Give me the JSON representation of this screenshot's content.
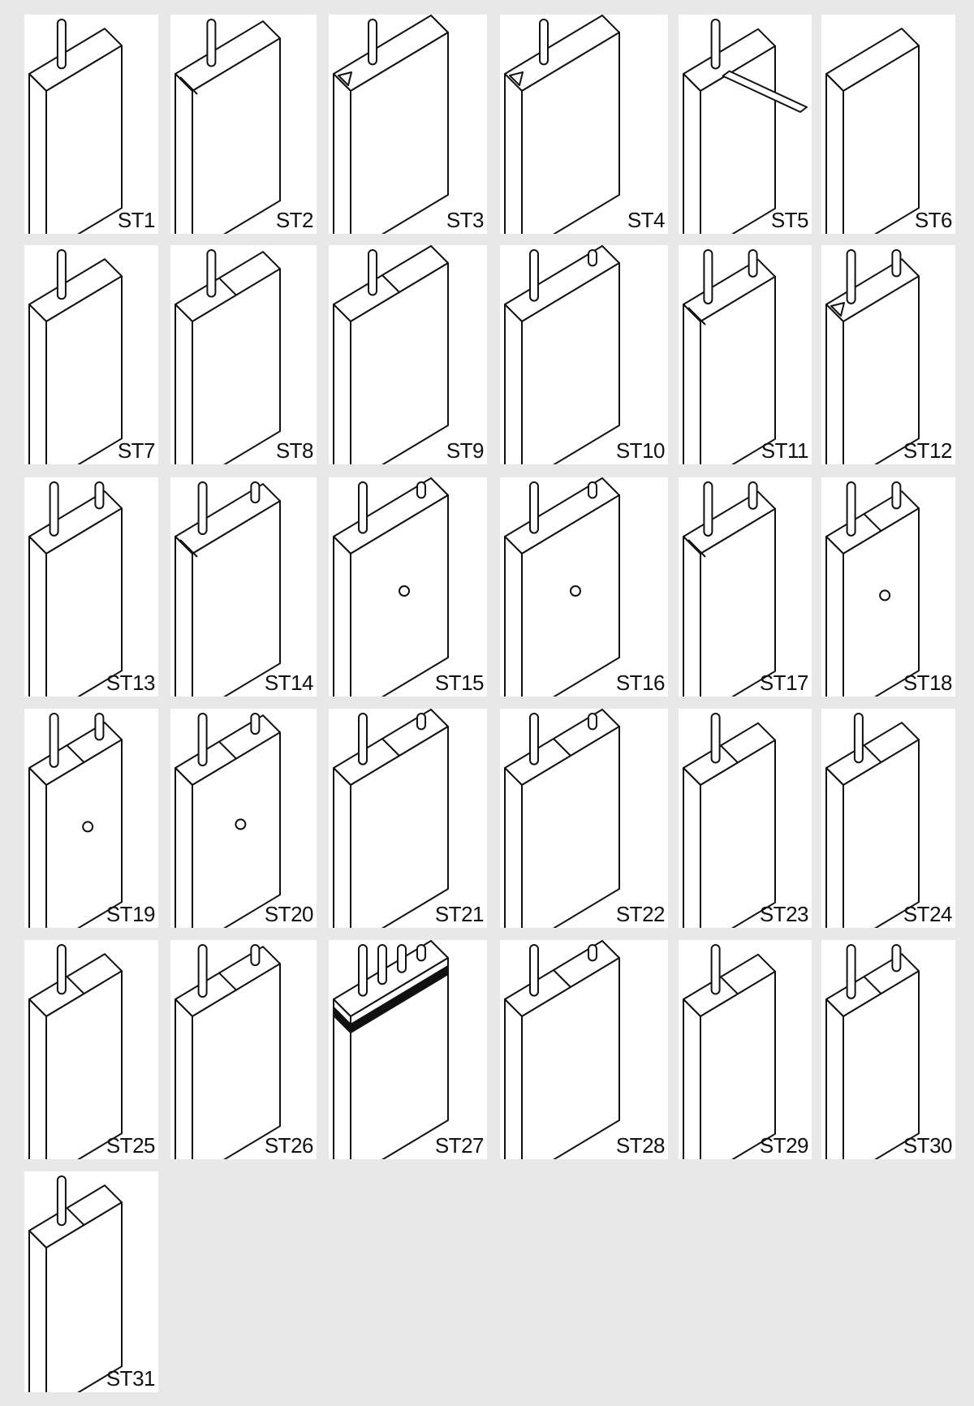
{
  "colors": {
    "background": "#e8e8e8",
    "tile": "#ffffff",
    "line": "#111111"
  },
  "items": [
    {
      "label": "ST1",
      "variant": "lead-top"
    },
    {
      "label": "ST2",
      "variant": "lead-chamfer"
    },
    {
      "label": "ST3",
      "variant": "lead-notch"
    },
    {
      "label": "ST4",
      "variant": "lead-v-notch"
    },
    {
      "label": "ST5",
      "variant": "flat-lead-side"
    },
    {
      "label": "ST6",
      "variant": "plain-curved-bottom"
    },
    {
      "label": "ST7",
      "variant": "lead-peak"
    },
    {
      "label": "ST8",
      "variant": "lead-step"
    },
    {
      "label": "ST9",
      "variant": "lead-plate"
    },
    {
      "label": "ST10",
      "variant": "two-leads"
    },
    {
      "label": "ST11",
      "variant": "two-leads-chamfer"
    },
    {
      "label": "ST12",
      "variant": "two-leads-notch"
    },
    {
      "label": "ST13",
      "variant": "two-leads-tall"
    },
    {
      "label": "ST14",
      "variant": "two-leads-chamfer-tall"
    },
    {
      "label": "ST15",
      "variant": "two-leads-clip"
    },
    {
      "label": "ST16",
      "variant": "two-leads-clip-wide"
    },
    {
      "label": "ST17",
      "variant": "two-leads-slant"
    },
    {
      "label": "ST18",
      "variant": "two-leads-plate-hole"
    },
    {
      "label": "ST19",
      "variant": "two-leads-plate-hole"
    },
    {
      "label": "ST20",
      "variant": "two-leads-plate-hole"
    },
    {
      "label": "ST21",
      "variant": "two-leads-groove"
    },
    {
      "label": "ST22",
      "variant": "leads-step-wide"
    },
    {
      "label": "ST23",
      "variant": "lead-ridge"
    },
    {
      "label": "ST24",
      "variant": "lead-saddle"
    },
    {
      "label": "ST25",
      "variant": "lead-step-peak"
    },
    {
      "label": "ST26",
      "variant": "two-leads-groove-top"
    },
    {
      "label": "ST27",
      "variant": "four-leads-band"
    },
    {
      "label": "ST28",
      "variant": "two-leads-step"
    },
    {
      "label": "ST29",
      "variant": "lead-ridge-wide"
    },
    {
      "label": "ST30",
      "variant": "leads-saddle-wide"
    },
    {
      "label": "ST31",
      "variant": "lead-ridge-tall"
    }
  ]
}
